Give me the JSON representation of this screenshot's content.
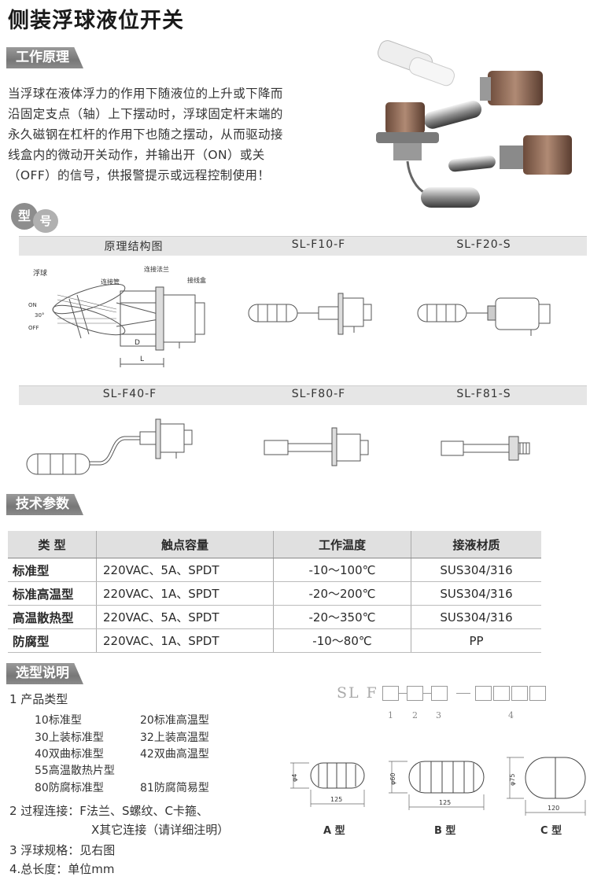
{
  "title": "侧装浮球液位开关",
  "sections": {
    "principle": "工作原理",
    "model_a": "型",
    "model_b": "号",
    "tech": "技术参数",
    "selection": "选型说明"
  },
  "intro_lines": [
    "当浮球在液体浮力的作用下随液位的上升或下降而",
    "沿固定支点（轴）上下摆动时，浮球固定杆末端的",
    "永久磁钢在杠杆的作用下也随之摆动，从而驱动接",
    "线盒内的微动开关动作，并输出开（ON）或关",
    "（OFF）的信号，供报警提示或远程控制使用！"
  ],
  "models_row1": [
    "原理结构图",
    "SL-F10-F",
    "SL-F20-S"
  ],
  "models_row2": [
    "SL-F40-F",
    "SL-F80-F",
    "SL-F81-S"
  ],
  "diagram_labels": {
    "float": "浮球",
    "pipe": "连接管",
    "flange": "连接法兰",
    "box": "接线盒",
    "on": "ON",
    "off": "OFF",
    "angle": "30°",
    "l": "L",
    "d": "D"
  },
  "table": {
    "headers": [
      "类 型",
      "触点容量",
      "工作温度",
      "接液材质"
    ],
    "rows": [
      [
        "标准型",
        "220VAC、5A、SPDT",
        "-10～100℃",
        "SUS304/316"
      ],
      [
        "标准高温型",
        "220VAC、1A、SPDT",
        "-20～200℃",
        "SUS304/316"
      ],
      [
        "高温散热型",
        "220VAC、5A、SPDT",
        "-20～350℃",
        "SUS304/316"
      ],
      [
        "防腐型",
        "220VAC、1A、SPDT",
        "-10～80℃",
        "PP"
      ]
    ]
  },
  "selection": {
    "item1": "1 产品类型",
    "types": [
      [
        "10标准型",
        "20标准高温型"
      ],
      [
        "30上装标准型",
        "32上装高温型"
      ],
      [
        "40双曲标准型",
        "42双曲高温型"
      ],
      [
        "55高温散热片型",
        ""
      ],
      [
        "80防腐标准型",
        "81防腐简易型"
      ]
    ],
    "item2a": "2 过程连接：F法兰、S螺纹、C卡箍、",
    "item2b": "X其它连接（请详细注明）",
    "item3": "3 浮球规格：见右图",
    "item4": "4.总长度：单位mm"
  },
  "code": {
    "prefix": "SL  F",
    "nums": [
      "1",
      "2",
      "3",
      "4"
    ]
  },
  "floats": {
    "a_label": "A 型",
    "b_label": "B 型",
    "c_label": "C 型",
    "a_dia": "φ4",
    "b_dia": "φ60",
    "c_dia": "φ75",
    "a_len": "125",
    "b_len": "125",
    "c_len": "120"
  }
}
